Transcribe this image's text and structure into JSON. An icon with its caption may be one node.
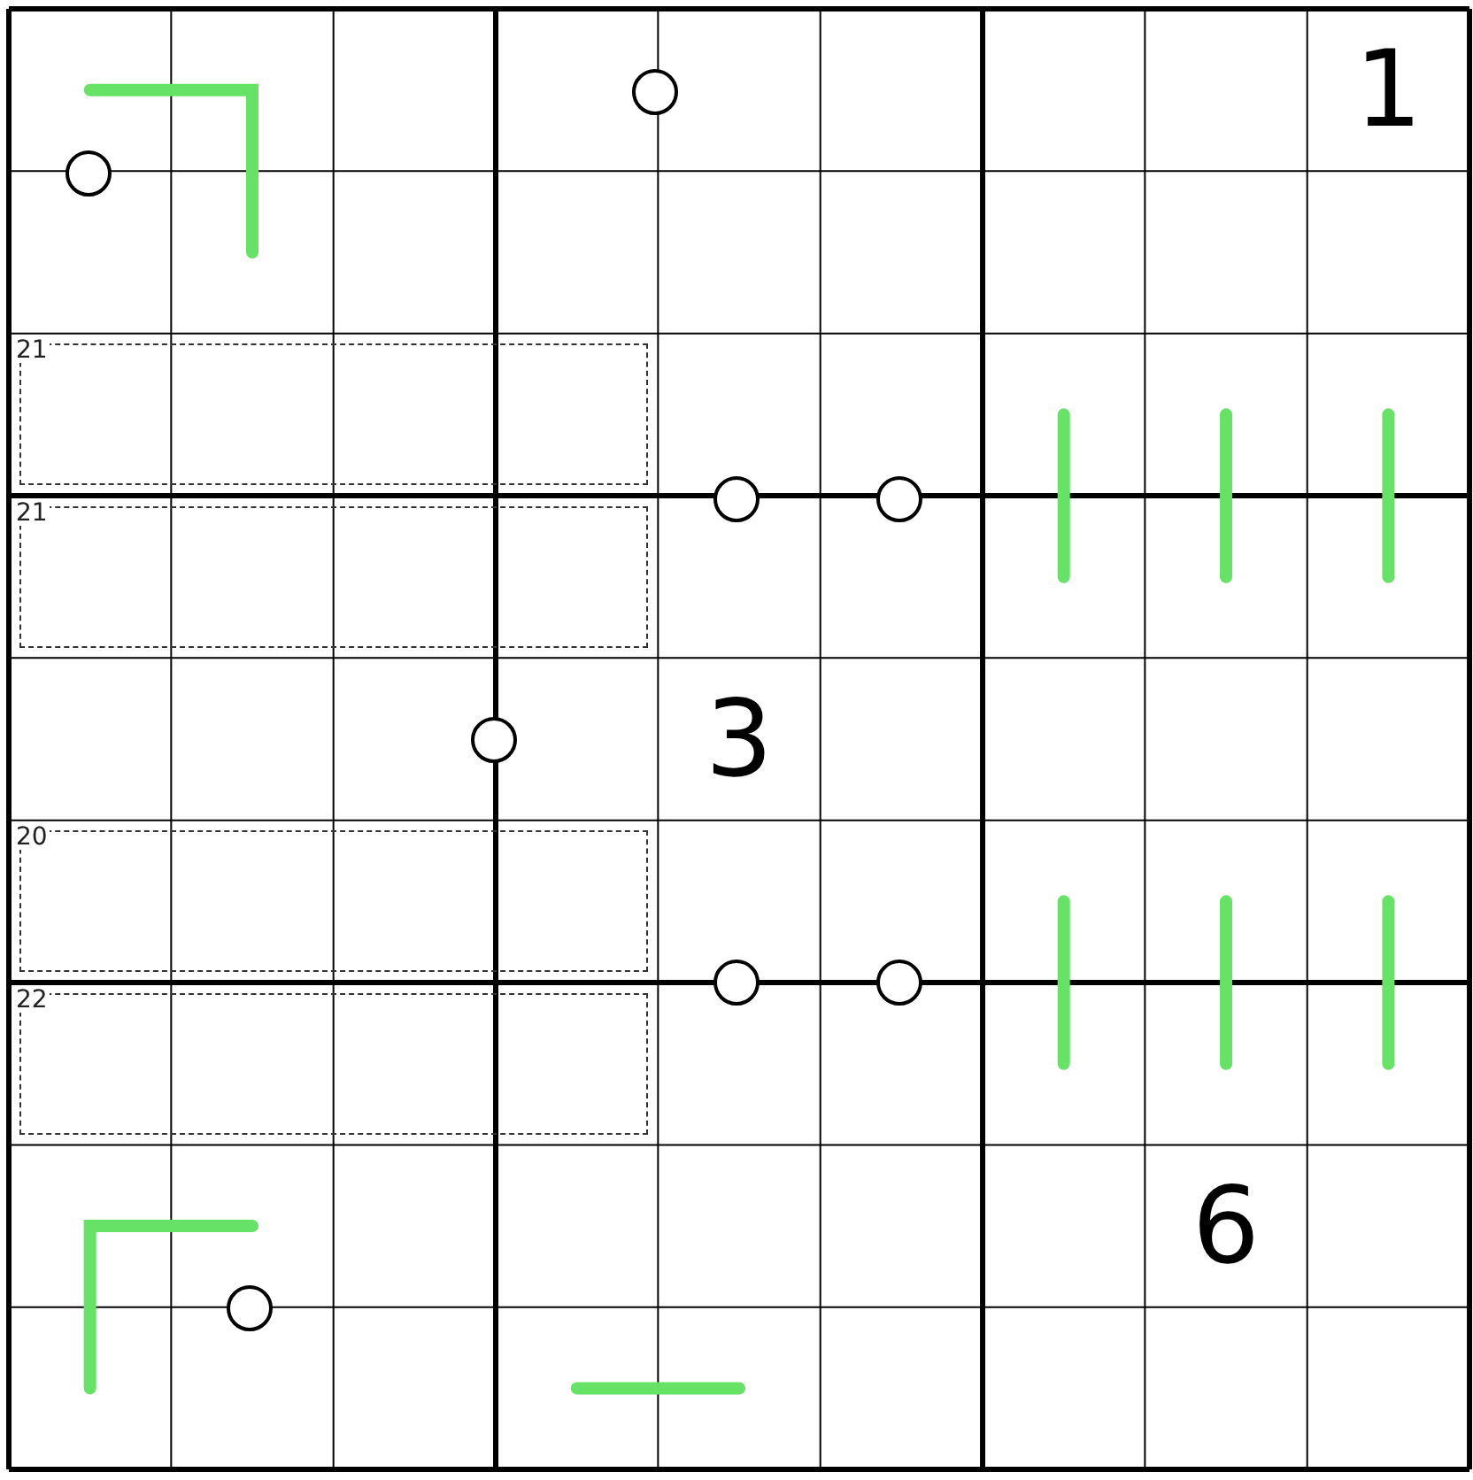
{
  "diagram": {
    "nodes": [
      {
        "text": [
          "21"
        ]
      },
      {
        "text": [
          "21"
        ]
      },
      {
        "text": [
          "20"
        ]
      },
      {
        "text": [
          "22"
        ]
      }
    ],
    "labels": [
      "1",
      "3",
      "6"
    ]
  }
}
